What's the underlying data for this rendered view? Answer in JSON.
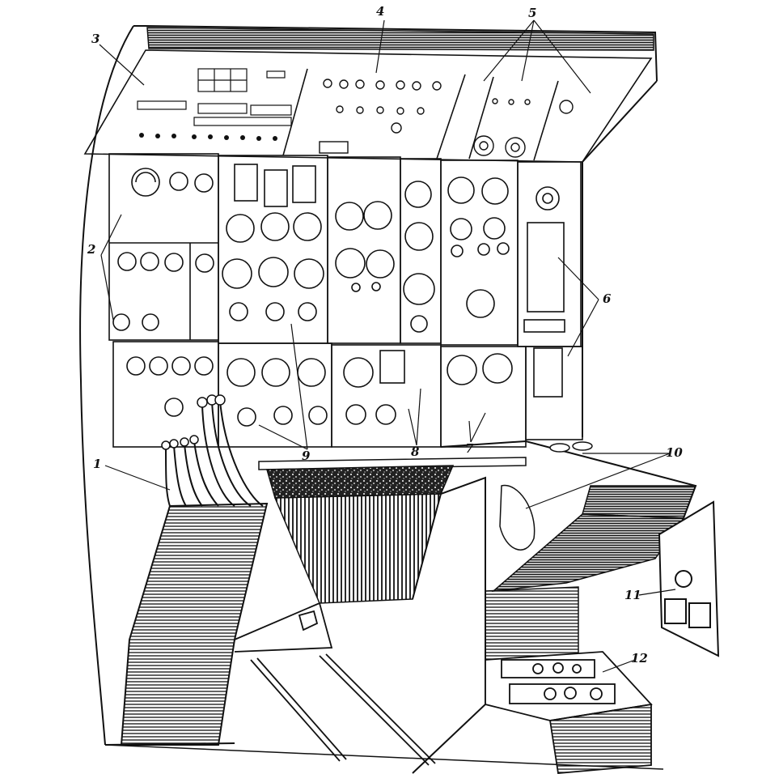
{
  "figure": {
    "description_labels": [
      "1",
      "2",
      "3",
      "4",
      "5",
      "6",
      "7",
      "8",
      "9",
      "10",
      "11",
      "12"
    ],
    "colors": {
      "ink": "#111111",
      "paper": "#ffffff"
    },
    "callouts": {
      "c1": "1",
      "c2": "2",
      "c3": "3",
      "c4": "4",
      "c5": "5",
      "c6": "6",
      "c7": "7",
      "c8": "8",
      "c9": "9",
      "c10": "10",
      "c11": "11",
      "c12": "12"
    }
  }
}
